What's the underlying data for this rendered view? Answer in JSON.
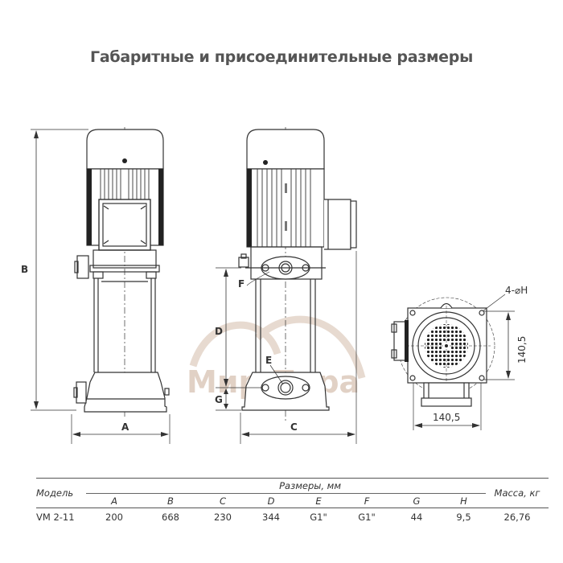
{
  "title": "Габаритные и присоединительные размеры",
  "watermark": "Мир Пара",
  "drawing": {
    "front_view": {
      "height_label": "B",
      "width_label": "A"
    },
    "side_view": {
      "labels": [
        "F",
        "D",
        "E",
        "G"
      ],
      "width_label": "C"
    },
    "top_view": {
      "hole_label": "4-⌀H",
      "vertical_dim": "140,5",
      "horizontal_dim": "140,5"
    }
  },
  "table": {
    "model_header": "Модель",
    "group_header": "Размеры, мм",
    "mass_header": "Масса, кг",
    "columns": [
      "A",
      "B",
      "C",
      "D",
      "E",
      "F",
      "G",
      "H"
    ],
    "rows": [
      {
        "model": "VM 2-11",
        "values": [
          "200",
          "668",
          "230",
          "344",
          "G1\"",
          "G1\"",
          "44",
          "9,5"
        ],
        "mass": "26,76"
      }
    ]
  },
  "colors": {
    "line": "#333333",
    "title": "#555555",
    "watermark": "#c9ac96"
  }
}
